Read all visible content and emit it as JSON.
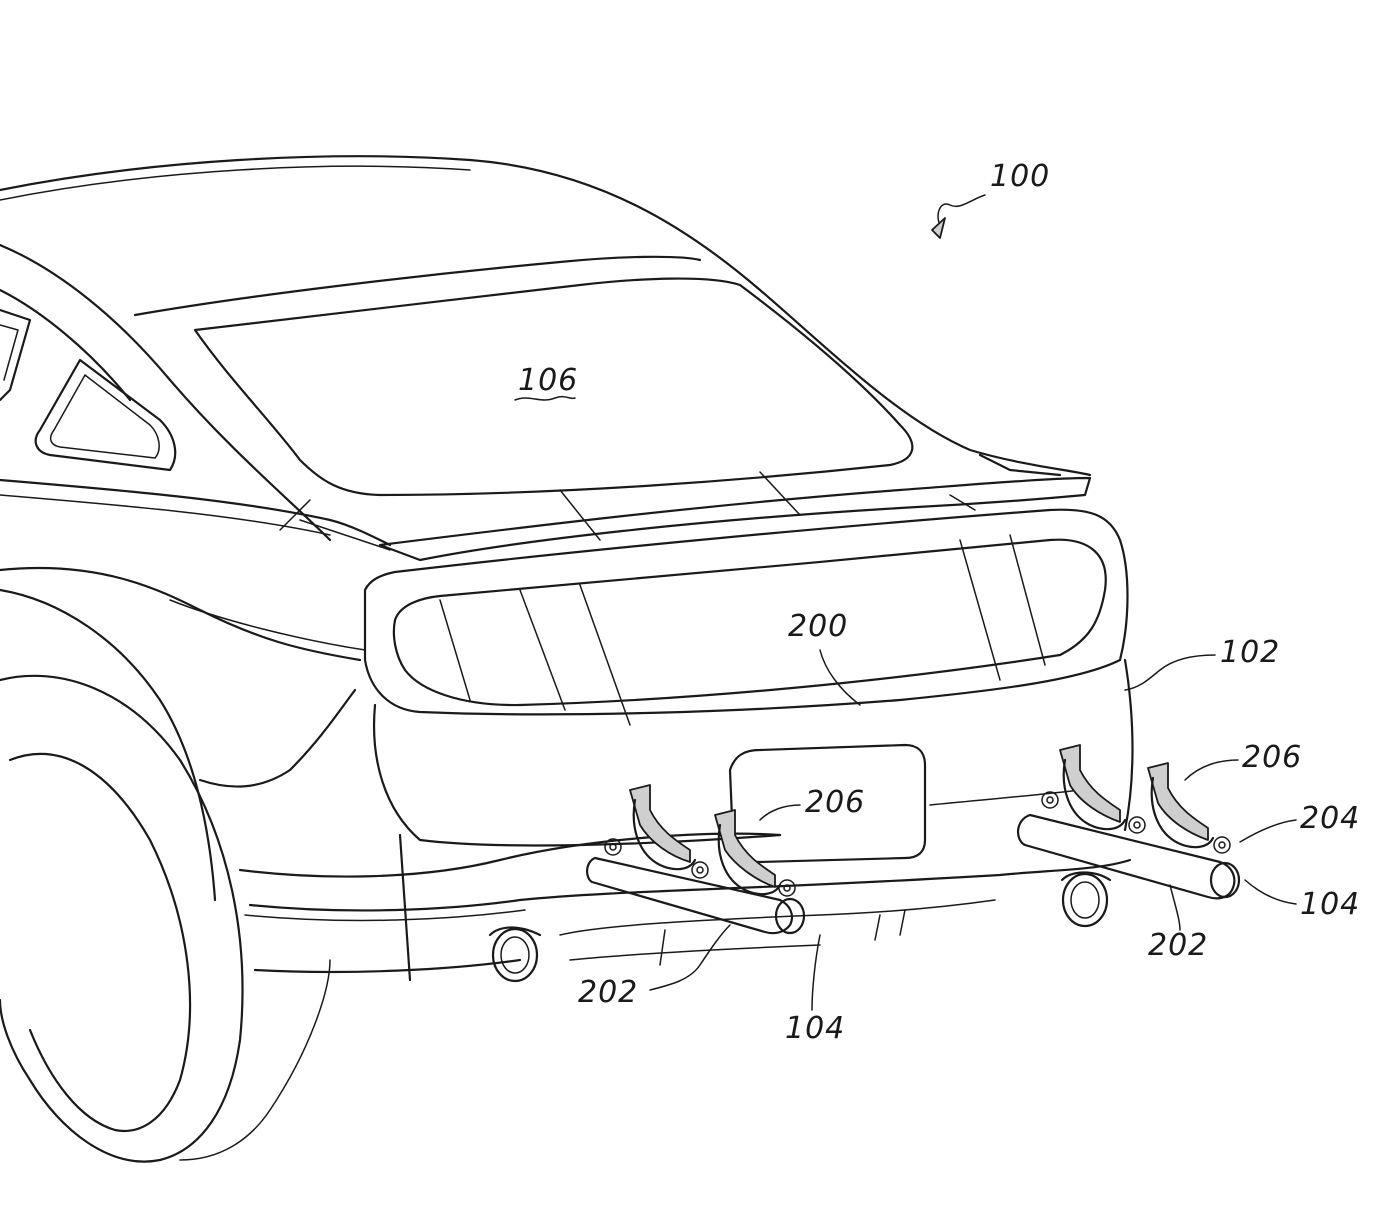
{
  "figure": {
    "labels": {
      "vehicle": "100",
      "bumper": "102",
      "post_left": "104",
      "post_right": "104",
      "rear_window": "106",
      "rear_panel": "200",
      "bar_left": "202",
      "bar_right": "202",
      "pivot": "204",
      "bracket_left": "206",
      "bracket_right": "206"
    },
    "colors": {
      "line": "#1a1a1a",
      "background": "#ffffff",
      "hatch_fill": "#cfcfcf"
    }
  }
}
